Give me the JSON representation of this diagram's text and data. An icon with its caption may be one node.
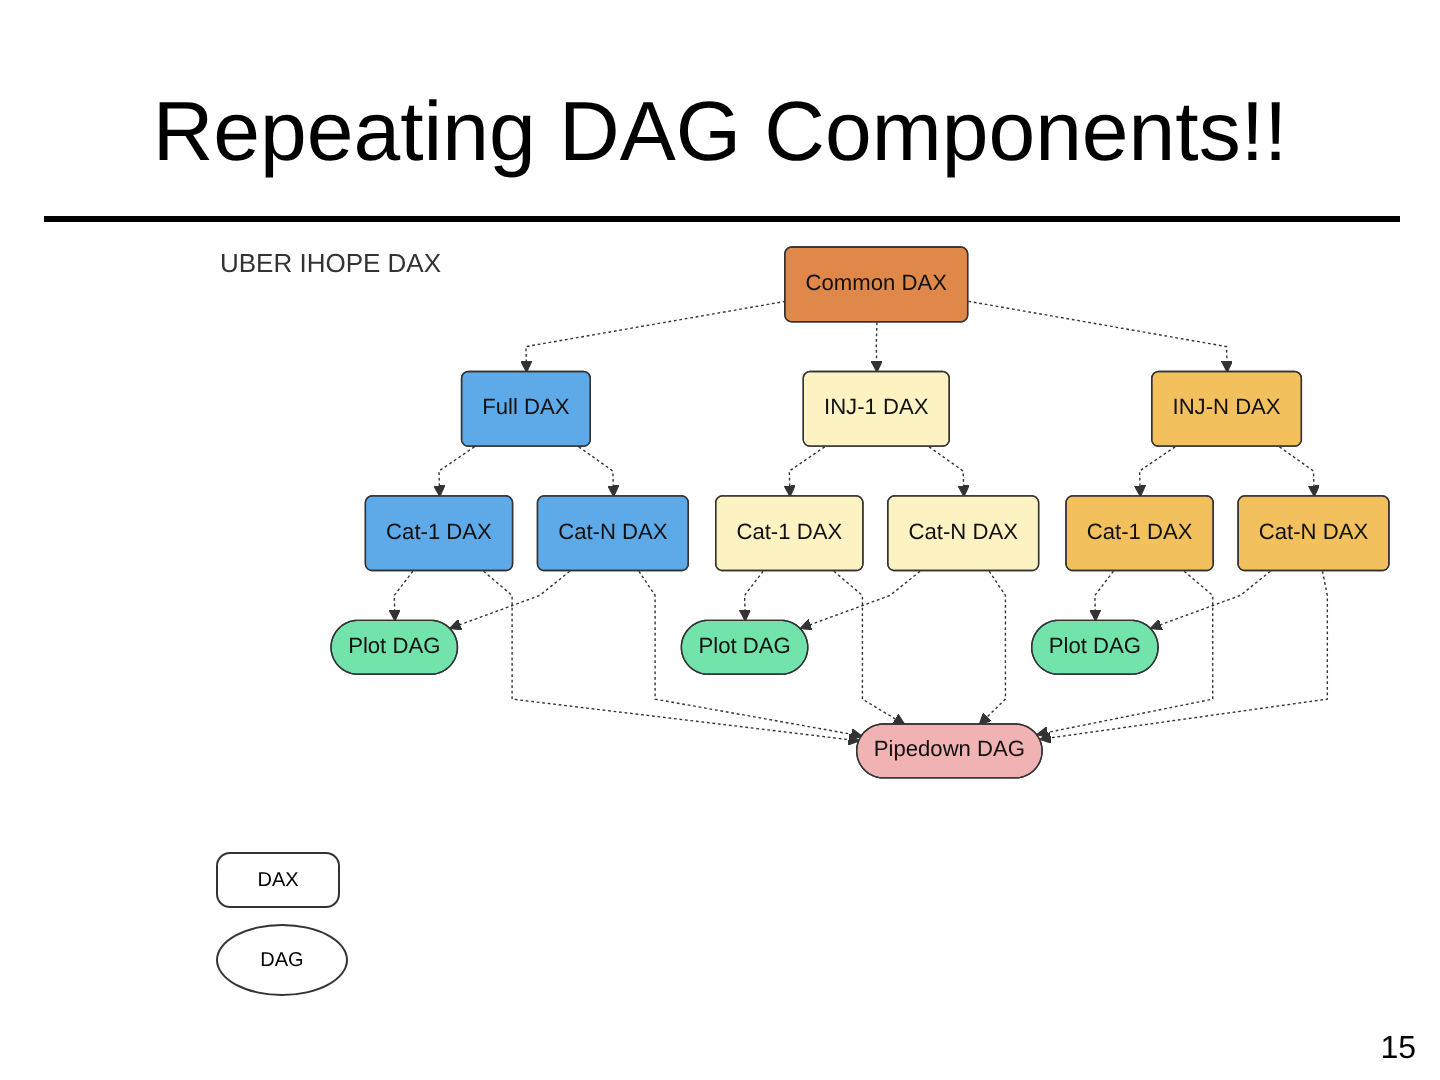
{
  "diagram": {
    "title": "Repeating DAG Components!!",
    "nodes": [
      {
        "text": [
          "Common DAX"
        ]
      },
      {
        "text": [
          "Full DAX"
        ]
      },
      {
        "text": [
          "INJ-1 DAX"
        ]
      },
      {
        "text": [
          "INJ-N DAX"
        ]
      },
      {
        "text": [
          "Cat-1 DAX"
        ]
      },
      {
        "text": [
          "Cat-N DAX"
        ]
      },
      {
        "text": [
          "Cat-1 DAX"
        ]
      },
      {
        "text": [
          "Cat-N DAX"
        ]
      },
      {
        "text": [
          "Cat-1 DAX"
        ]
      },
      {
        "text": [
          "Cat-N DAX"
        ]
      },
      {
        "text": [
          "Plot DAG"
        ]
      },
      {
        "text": [
          "Plot DAG"
        ]
      },
      {
        "text": [
          "Plot DAG"
        ]
      },
      {
        "text": [
          "Pipedown DAG"
        ]
      }
    ],
    "edges": [
      {
        "from": 0,
        "to": 1,
        "arrow": "to",
        "style": "dashed"
      },
      {
        "from": 0,
        "to": 2,
        "arrow": "to",
        "style": "dashed"
      },
      {
        "from": 0,
        "to": 3,
        "arrow": "to",
        "style": "dashed"
      },
      {
        "from": 1,
        "to": 4,
        "arrow": "to",
        "style": "dashed"
      },
      {
        "from": 1,
        "to": 5,
        "arrow": "to",
        "style": "dashed"
      },
      {
        "from": 2,
        "to": 6,
        "arrow": "to",
        "style": "dashed"
      },
      {
        "from": 2,
        "to": 7,
        "arrow": "to",
        "style": "dashed"
      },
      {
        "from": 3,
        "to": 8,
        "arrow": "to",
        "style": "dashed"
      },
      {
        "from": 3,
        "to": 9,
        "arrow": "to",
        "style": "dashed"
      },
      {
        "from": 4,
        "to": 10,
        "arrow": "to",
        "style": "dashed"
      },
      {
        "from": 5,
        "to": 10,
        "arrow": "to",
        "style": "dashed"
      },
      {
        "from": 6,
        "to": 11,
        "arrow": "to",
        "style": "dashed"
      },
      {
        "from": 7,
        "to": 11,
        "arrow": "to",
        "style": "dashed"
      },
      {
        "from": 8,
        "to": 12,
        "arrow": "to",
        "style": "dashed"
      },
      {
        "from": 9,
        "to": 12,
        "arrow": "to",
        "style": "dashed"
      },
      {
        "from": 4,
        "to": 13,
        "arrow": "to",
        "style": "dashed"
      },
      {
        "from": 5,
        "to": 13,
        "arrow": "to",
        "style": "dashed"
      },
      {
        "from": 6,
        "to": 13,
        "arrow": "to",
        "style": "dashed"
      },
      {
        "from": 7,
        "to": 13,
        "arrow": "to",
        "style": "dashed"
      },
      {
        "from": 8,
        "to": 13,
        "arrow": "to",
        "style": "dashed"
      },
      {
        "from": 9,
        "to": 13,
        "arrow": "to",
        "style": "dashed"
      }
    ],
    "labels": [
      "UBER IHOPE DAX",
      "15"
    ],
    "legend": [
      {
        "text": "DAX"
      },
      {
        "text": "DAG"
      }
    ]
  }
}
